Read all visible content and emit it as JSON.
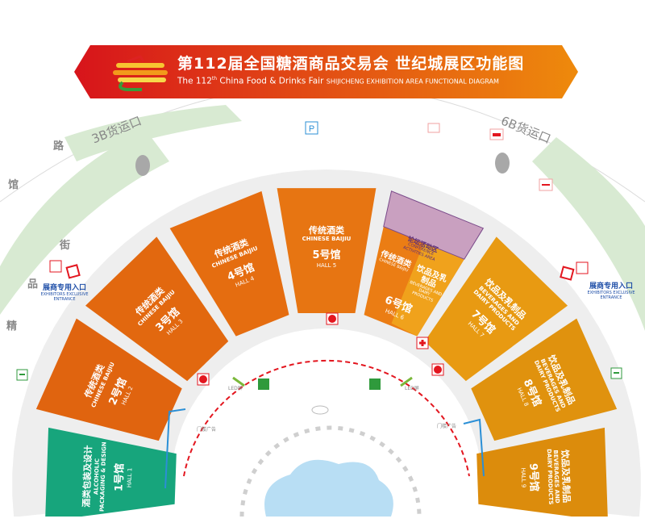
{
  "header": {
    "title": "第112届全国糖酒商品交易会 世纪城展区功能图",
    "subtitle_prefix": "The 112",
    "subtitle_sup": "th",
    "subtitle_rest": " China Food & Drinks Fair ",
    "subtitle_small": "SHIJICHENG EXHIBITION AREA FUNCTIONAL DIAGRAM"
  },
  "roads": {
    "road_left": [
      "馆",
      "路"
    ],
    "street_left": [
      "街",
      "品",
      "精"
    ],
    "loading_3b": "3B货运口",
    "loading_6b": "6B货运口",
    "parking": "P"
  },
  "entrances": {
    "left": {
      "cn": "展商专用入口",
      "en1": "EXHIBITORS EXCLUSIVE",
      "en2": "ENTRANCE"
    },
    "right": {
      "cn": "展商专用入口",
      "en1": "EXHIBITORS EXCLUSIVE",
      "en2": "ENTRANCE"
    }
  },
  "halls": [
    {
      "cn_cat": "酒类包装及设计",
      "en_cat": "ALCOHOLIC PACKAGING & DESIGN",
      "cn_no": "1号馆",
      "en_no": "HALL 1",
      "color": "#17a57c"
    },
    {
      "cn_cat": "传统酒类",
      "en_cat": "CHINESE BAIJIU",
      "cn_no": "2号馆",
      "en_no": "HALL 2",
      "color": "#e0640f"
    },
    {
      "cn_cat": "传统酒类",
      "en_cat": "CHINESE BAIJIU",
      "cn_no": "3号馆",
      "en_no": "HALL 3",
      "color": "#e2680f"
    },
    {
      "cn_cat": "传统酒类",
      "en_cat": "CHINESE BAIJIU",
      "cn_no": "4号馆",
      "en_no": "HALL 4",
      "color": "#e56d10"
    },
    {
      "cn_cat": "传统酒类",
      "en_cat": "CHINESE BAIJIU",
      "cn_no": "5号馆",
      "en_no": "HALL 5",
      "color": "#e77512"
    },
    {
      "cn_cat": "传统酒类",
      "en_cat": "CHINESE BAIJIU",
      "cn_cat2": "饮品及乳制品",
      "en_cat2": "BEVERAGES AND DAIRY PRODUCTS",
      "cn_no": "6号馆",
      "en_no": "HALL 6",
      "color": "#eb7d14",
      "color2": "#f0a21c"
    },
    {
      "cn_cat": "饮品及乳制品",
      "en_cat": "BEVERAGES AND DAIRY PRODUCTS",
      "cn_no": "7号馆",
      "en_no": "HALL 7",
      "color": "#e89a12"
    },
    {
      "cn_cat": "饮品及乳制品",
      "en_cat": "BEVERAGES AND DAIRY PRODUCTS",
      "cn_no": "8号馆",
      "en_no": "HALL 8",
      "color": "#e0920e"
    },
    {
      "cn_cat": "饮品及乳制品",
      "en_cat": "BEVERAGES AND DAIRY PRODUCTS",
      "cn_no": "9号馆",
      "en_no": "HALL 9",
      "color": "#dc8c0c"
    }
  ],
  "conference": {
    "cn": "论坛活动区",
    "en1": "CONFERENCE",
    "en2": "ACTIVITIES AREA",
    "color": "#c9a0c0"
  },
  "misc": {
    "led_left": "LED屏",
    "led_right": "LED屏",
    "ad_left": "门楼广告",
    "ad_right": "门楼广告"
  },
  "colors": {
    "banner_start": "#d7141b",
    "banner_end": "#ee8a0c",
    "green_band": "#d8ead2",
    "ring": "#eeeeee",
    "lake": "#b8def4",
    "icon_red": "#e3161f",
    "exit_green": "#2f9a3c",
    "route_red": "#e3161f"
  }
}
